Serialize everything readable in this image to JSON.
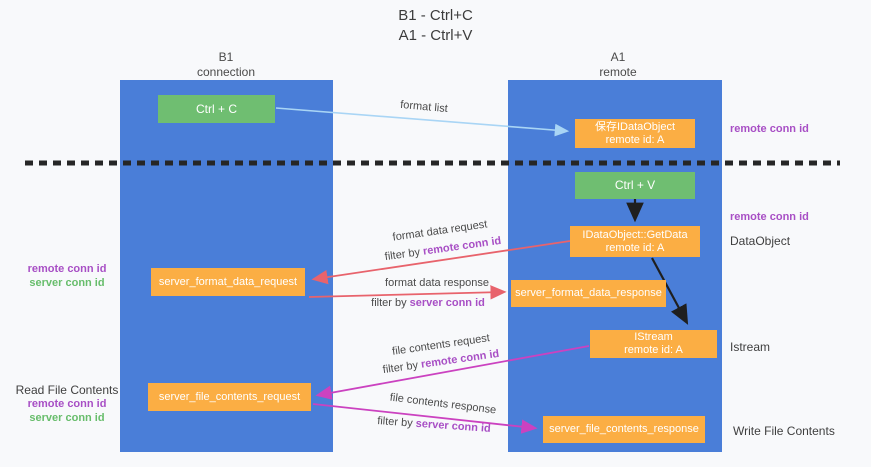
{
  "title": {
    "line1": "B1 - Ctrl+C",
    "line2": "A1 - Ctrl+V"
  },
  "columns": {
    "left": {
      "name": "B1",
      "subtitle": "connection"
    },
    "right": {
      "name": "A1",
      "subtitle": "remote"
    }
  },
  "nodes": {
    "ctrl_c": "Ctrl + C",
    "ctrl_v": "Ctrl + V",
    "save_dataobject": {
      "line1": "保存IDataObject",
      "line2": "remote id: A"
    },
    "getdata": {
      "line1": "IDataObject::GetData",
      "line2": "remote id: A"
    },
    "istream": {
      "line1": "IStream",
      "line2": "remote id: A"
    },
    "format_request": "server_format_data_request",
    "format_response": "server_format_data_response",
    "file_request": "server_file_contents_request",
    "file_response": "server_file_contents_response"
  },
  "flows": {
    "format_list": {
      "label": "format list"
    },
    "format_request": {
      "label": "format data request",
      "filter_prefix": "filter by ",
      "filter_key": "remote conn id"
    },
    "format_response": {
      "label": "format data response",
      "filter_prefix": "filter by ",
      "filter_key": "server conn id"
    },
    "file_request": {
      "label": "file contents request",
      "filter_prefix": "filter by ",
      "filter_key": "remote conn id"
    },
    "file_response": {
      "label": "file contents response",
      "filter_prefix": "filter by ",
      "filter_key": "server conn id"
    }
  },
  "side_labels": {
    "right_conn_top": "remote conn id",
    "right_conn_mid": "remote conn id",
    "dataobject": "DataObject",
    "istream": "Istream",
    "write_file": "Write File Contents",
    "left_remote_conn": "remote conn id",
    "left_server_conn": "server conn id",
    "read_file": "Read File Contents",
    "left_bottom_remote_conn": "remote conn id",
    "left_bottom_server_conn": "server conn id"
  },
  "colors": {
    "bg": "#f8f9fb",
    "column_blue": "#4a7ed8",
    "box_green": "#6fbe71",
    "box_orange": "#fbae44",
    "purple": "#a84fc5",
    "green_label": "#67bd6b",
    "arrow_red": "#e8636c",
    "arrow_magenta": "#cb42c0",
    "arrow_blue": "#a9d5f5",
    "arrow_black": "#1f1f1f",
    "text_dark": "#3c3c3c"
  }
}
